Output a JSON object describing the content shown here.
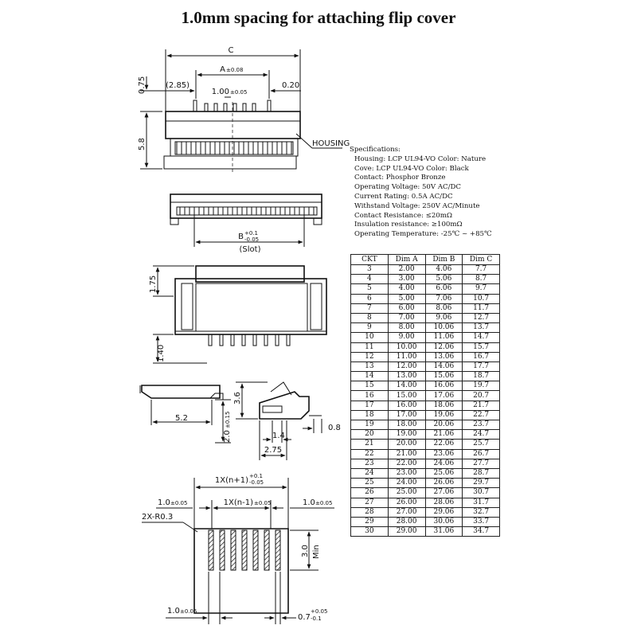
{
  "title": "1.0mm spacing for attaching flip cover",
  "top_view": {
    "dim_c": "C",
    "dim_a": "A",
    "dim_a_tol": "±0.08",
    "dim_left": "(2.85)",
    "dim_pitch": "1.00",
    "dim_pitch_tol": "±0.05",
    "dim_right": "0.20",
    "dim_pin": "0.75",
    "dim_height": "5.8",
    "housing_label": "HOUSING"
  },
  "slot_view": {
    "dim_b": "B",
    "dim_b_tol_plus": "+0.1",
    "dim_b_tol_minus": "-0.05",
    "slot_label": "(Slot)"
  },
  "front_view": {
    "dim_top": "1.75",
    "dim_bottom": "1.40"
  },
  "side_views": {
    "dim_length": "5.2",
    "dim_height": "3.6",
    "dim_base": "2.0",
    "dim_base_tol": "±0.15",
    "dim_pin_w": "1.4",
    "dim_pin_ext": "0.8",
    "dim_width": "2.75"
  },
  "footprint": {
    "dim_total": "1X(n+1)",
    "dim_total_tol_plus": "+0.1",
    "dim_total_tol_minus": "-0.05",
    "dim_inner": "1X(n-1)",
    "dim_inner_tol": "±0.05",
    "dim_left": "1.0",
    "dim_left_tol": "±0.05",
    "dim_right": "1.0",
    "dim_right_tol": "±0.05",
    "radius_label": "2X-R0.3",
    "dim_min_value": "3.0",
    "dim_min_label": "Min",
    "dim_bottom_left": "1.0",
    "dim_bottom_left_tol": "±0.05",
    "dim_bottom_right": "0.7",
    "dim_bottom_right_tol_plus": "+0.05",
    "dim_bottom_right_tol_minus": "-0.1"
  },
  "specifications": {
    "heading": "Specifications:",
    "items": [
      "Housing: LCP UL94-VO Color: Nature",
      "Cove: LCP UL94-VO Color: Black",
      "Contact: Phosphor Bronze",
      "Operating Voltage: 50V AC/DC",
      "Current Rating: 0.5A AC/DC",
      "Withstand Voltage: 250V AC/Minute",
      "Contact Resistance: ≤20mΩ",
      "Insulation resistance: ≥100mΩ",
      "Operating Temperature: -25℃ ~ +85℃"
    ]
  },
  "ckt_table": {
    "headers": [
      "CKT",
      "Dim A",
      "Dim B",
      "Dim C"
    ],
    "rows": [
      [
        "3",
        "2.00",
        "4.06",
        "7.7"
      ],
      [
        "4",
        "3.00",
        "5.06",
        "8.7"
      ],
      [
        "5",
        "4.00",
        "6.06",
        "9.7"
      ],
      [
        "6",
        "5.00",
        "7.06",
        "10.7"
      ],
      [
        "7",
        "6.00",
        "8.06",
        "11.7"
      ],
      [
        "8",
        "7.00",
        "9.06",
        "12.7"
      ],
      [
        "9",
        "8.00",
        "10.06",
        "13.7"
      ],
      [
        "10",
        "9.00",
        "11.06",
        "14.7"
      ],
      [
        "11",
        "10.00",
        "12.06",
        "15.7"
      ],
      [
        "12",
        "11.00",
        "13.06",
        "16.7"
      ],
      [
        "13",
        "12.00",
        "14.06",
        "17.7"
      ],
      [
        "14",
        "13.00",
        "15.06",
        "18.7"
      ],
      [
        "15",
        "14.00",
        "16.06",
        "19.7"
      ],
      [
        "16",
        "15.00",
        "17.06",
        "20.7"
      ],
      [
        "17",
        "16.00",
        "18.06",
        "21.7"
      ],
      [
        "18",
        "17.00",
        "19.06",
        "22.7"
      ],
      [
        "19",
        "18.00",
        "20.06",
        "23.7"
      ],
      [
        "20",
        "19.00",
        "21.06",
        "24.7"
      ],
      [
        "21",
        "20.00",
        "22.06",
        "25.7"
      ],
      [
        "22",
        "21.00",
        "23.06",
        "26.7"
      ],
      [
        "23",
        "22.00",
        "24.06",
        "27.7"
      ],
      [
        "24",
        "23.00",
        "25.06",
        "28.7"
      ],
      [
        "25",
        "24.00",
        "26.06",
        "29.7"
      ],
      [
        "26",
        "25.00",
        "27.06",
        "30.7"
      ],
      [
        "27",
        "26.00",
        "28.06",
        "31.7"
      ],
      [
        "28",
        "27.00",
        "29.06",
        "32.7"
      ],
      [
        "29",
        "28.00",
        "30.06",
        "33.7"
      ],
      [
        "30",
        "29.00",
        "31.06",
        "34.7"
      ]
    ]
  }
}
